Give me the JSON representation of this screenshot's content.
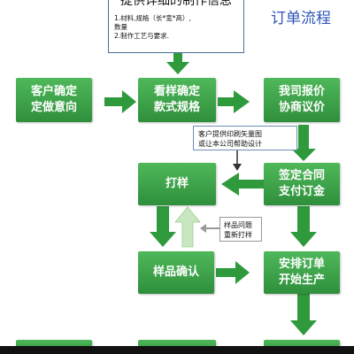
{
  "diagram": {
    "heading": "订单流程",
    "info_box": {
      "title": "提供详细的制作信息",
      "lines": [
        "1.材料,规格（长*宽*高）,",
        "数量",
        "2.制作工艺与要求."
      ]
    },
    "steps": {
      "customer_decide": [
        "客户确定",
        "定做意向"
      ],
      "confirm_sample": [
        "看样确定",
        "款式规格"
      ],
      "quote": [
        "我司报价",
        "协商议价"
      ],
      "contract": [
        "签定合同",
        "支付订金"
      ],
      "proofing": [
        "打样"
      ],
      "sample_confirm": [
        "样品确认"
      ],
      "production": [
        "安排订单",
        "开始生产"
      ]
    },
    "notes": {
      "artwork": [
        "客户提供印刷矢量图",
        "或让本公司帮助设计"
      ],
      "sample_issue": [
        "样品问题",
        "重新打样"
      ]
    },
    "colors": {
      "box_green": "#3a9f46",
      "arrow_green": "#2f9a3c",
      "return_arrow": "#c8e6c0",
      "heading_blue": "#2f55b8",
      "note_border": "#6b8fb3"
    }
  }
}
